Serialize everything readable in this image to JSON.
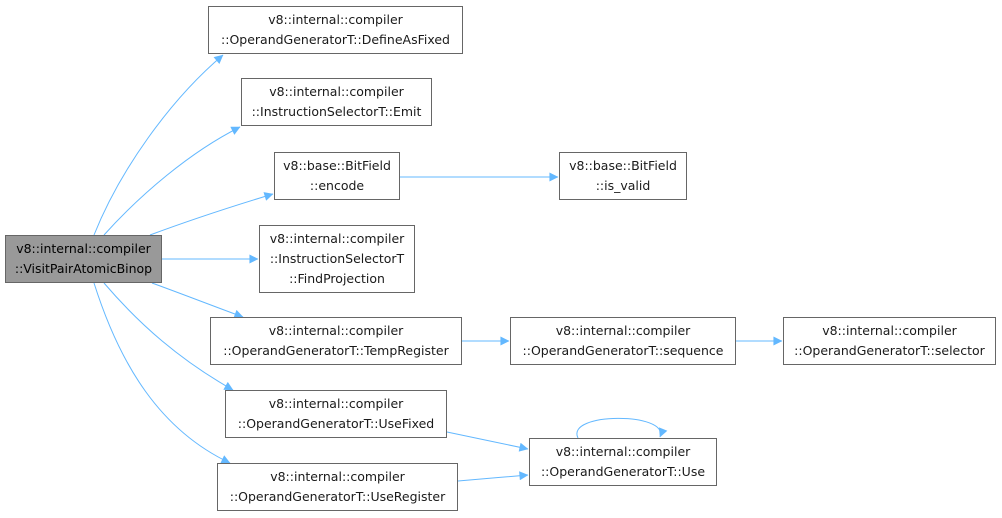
{
  "colors": {
    "edge": "#63b8ff",
    "node_border": "#666666",
    "root_fill": "#999999",
    "node_fill": "#ffffff"
  },
  "nodes": [
    {
      "id": "root",
      "lines": [
        "v8::internal::compiler",
        "::VisitPairAtomicBinop"
      ]
    },
    {
      "id": "define-as-fixed",
      "lines": [
        "v8::internal::compiler",
        "::OperandGeneratorT::DefineAsFixed"
      ]
    },
    {
      "id": "emit",
      "lines": [
        "v8::internal::compiler",
        "::InstructionSelectorT::Emit"
      ]
    },
    {
      "id": "encode",
      "lines": [
        "v8::base::BitField",
        "::encode"
      ]
    },
    {
      "id": "is-valid",
      "lines": [
        "v8::base::BitField",
        "::is_valid"
      ]
    },
    {
      "id": "find-projection",
      "lines": [
        "v8::internal::compiler",
        "::InstructionSelectorT",
        "::FindProjection"
      ]
    },
    {
      "id": "temp-register",
      "lines": [
        "v8::internal::compiler",
        "::OperandGeneratorT::TempRegister"
      ]
    },
    {
      "id": "sequence",
      "lines": [
        "v8::internal::compiler",
        "::OperandGeneratorT::sequence"
      ]
    },
    {
      "id": "selector",
      "lines": [
        "v8::internal::compiler",
        "::OperandGeneratorT::selector"
      ]
    },
    {
      "id": "use-fixed",
      "lines": [
        "v8::internal::compiler",
        "::OperandGeneratorT::UseFixed"
      ]
    },
    {
      "id": "use",
      "lines": [
        "v8::internal::compiler",
        "::OperandGeneratorT::Use"
      ]
    },
    {
      "id": "use-register",
      "lines": [
        "v8::internal::compiler",
        "::OperandGeneratorT::UseRegister"
      ]
    }
  ],
  "edges": [
    [
      "root",
      "define-as-fixed"
    ],
    [
      "root",
      "emit"
    ],
    [
      "root",
      "encode"
    ],
    [
      "root",
      "find-projection"
    ],
    [
      "root",
      "temp-register"
    ],
    [
      "root",
      "use-fixed"
    ],
    [
      "root",
      "use-register"
    ],
    [
      "encode",
      "is-valid"
    ],
    [
      "temp-register",
      "sequence"
    ],
    [
      "sequence",
      "selector"
    ],
    [
      "use-fixed",
      "use"
    ],
    [
      "use-register",
      "use"
    ],
    [
      "use",
      "use"
    ]
  ]
}
